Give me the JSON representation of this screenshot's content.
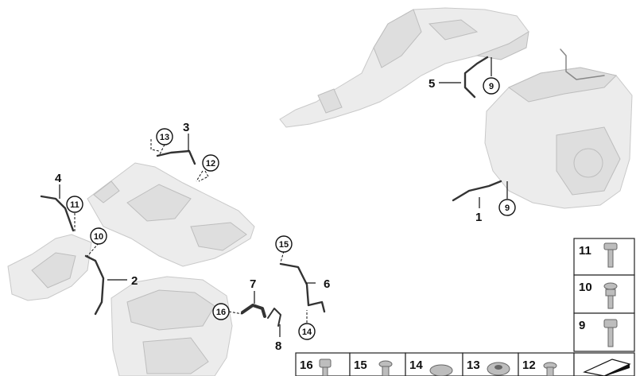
{
  "callouts": [
    {
      "id": "c1",
      "label": "1",
      "type": "plain"
    },
    {
      "id": "c2",
      "label": "2",
      "type": "plain"
    },
    {
      "id": "c3",
      "label": "3",
      "type": "plain"
    },
    {
      "id": "c4",
      "label": "4",
      "type": "plain"
    },
    {
      "id": "c5",
      "label": "5",
      "type": "plain"
    },
    {
      "id": "c6",
      "label": "6",
      "type": "plain"
    },
    {
      "id": "c7",
      "label": "7",
      "type": "plain"
    },
    {
      "id": "c8",
      "label": "8",
      "type": "plain"
    },
    {
      "id": "c9a",
      "label": "9",
      "type": "circled"
    },
    {
      "id": "c9b",
      "label": "9",
      "type": "circled"
    },
    {
      "id": "c10",
      "label": "10",
      "type": "circled"
    },
    {
      "id": "c11",
      "label": "11",
      "type": "circled"
    },
    {
      "id": "c12",
      "label": "12",
      "type": "circled"
    },
    {
      "id": "c13",
      "label": "13",
      "type": "circled"
    },
    {
      "id": "c14",
      "label": "14",
      "type": "circled"
    },
    {
      "id": "c15",
      "label": "15",
      "type": "circled"
    },
    {
      "id": "c16",
      "label": "16",
      "type": "circled"
    }
  ],
  "fastener_table": {
    "column": [
      "11",
      "10",
      "9"
    ],
    "row": [
      "16",
      "15",
      "14",
      "13",
      "12"
    ]
  }
}
